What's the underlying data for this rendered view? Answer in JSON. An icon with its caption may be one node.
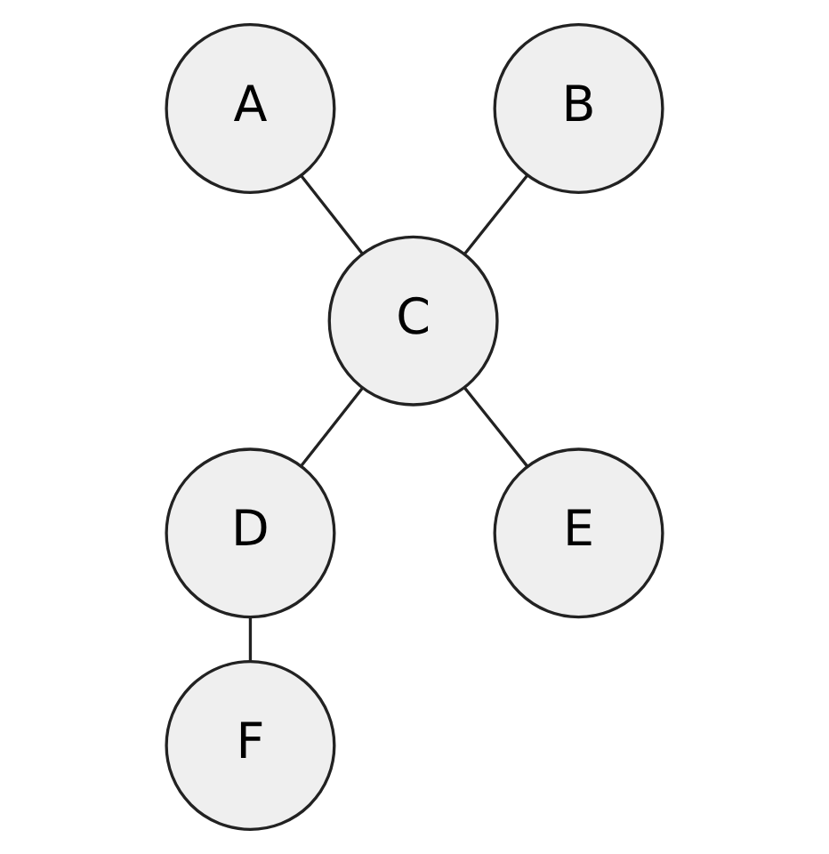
{
  "diagram": {
    "nodes": [
      {
        "text": [
          "A"
        ]
      },
      {
        "text": [
          "B"
        ]
      },
      {
        "text": [
          "C"
        ]
      },
      {
        "text": [
          "D"
        ]
      },
      {
        "text": [
          "E"
        ]
      },
      {
        "text": [
          "F"
        ]
      }
    ],
    "edges": [
      {
        "from": 0,
        "to": 2,
        "arrow": "none"
      },
      {
        "from": 1,
        "to": 2,
        "arrow": "none"
      },
      {
        "from": 2,
        "to": 3,
        "arrow": "none"
      },
      {
        "from": 2,
        "to": 4,
        "arrow": "none"
      },
      {
        "from": 3,
        "to": 5,
        "arrow": "none"
      }
    ]
  }
}
